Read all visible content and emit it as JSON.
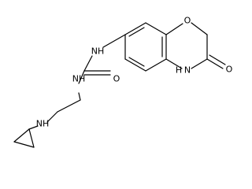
{
  "structure": {
    "atoms": {
      "ring_oxygen": "O",
      "lactam_oxygen": "O",
      "lactam_nitrogen": "N",
      "lactam_hydrogen": "H",
      "urea_nitrogen_aryl": "NH",
      "urea_oxygen": "O",
      "urea_nitrogen_alkyl": "NH",
      "amine_nitrogen": "NH"
    }
  }
}
